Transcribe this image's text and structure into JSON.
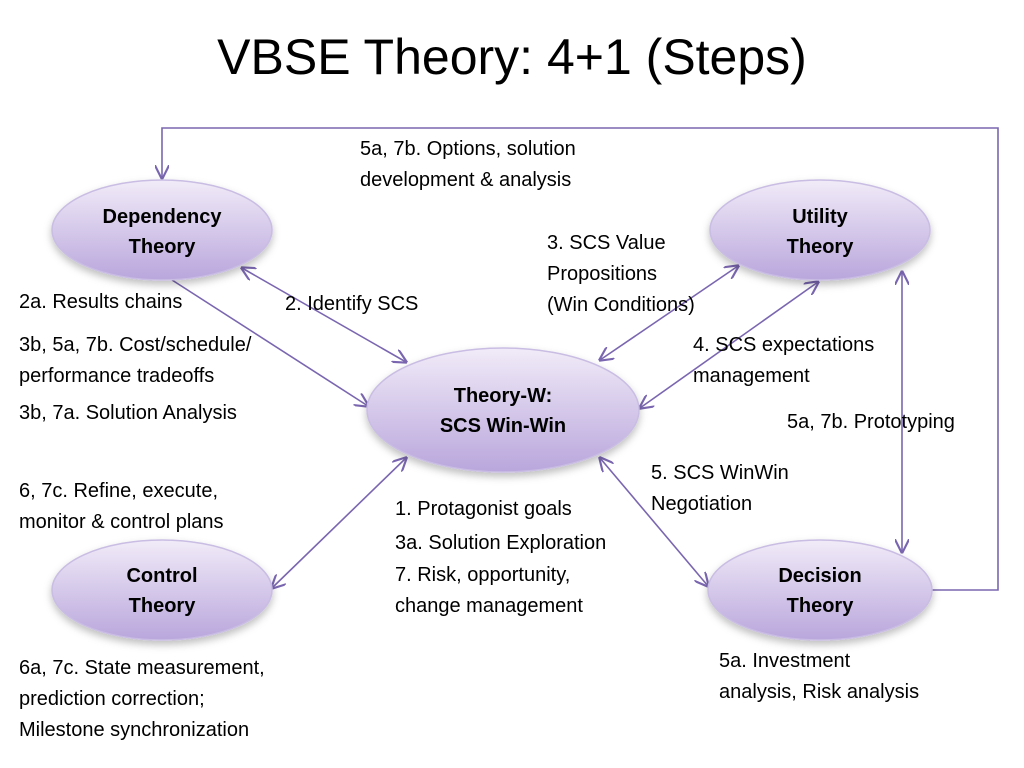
{
  "title": "VBSE Theory: 4+1 (Steps)",
  "colors": {
    "node_fill_light": "#f1ebf8",
    "node_fill_dark": "#b9a6dc",
    "node_stroke": "#c9bde3",
    "arrow": "#7a66b0"
  },
  "nodes": {
    "dependency": {
      "line1": "Dependency",
      "line2": "Theory"
    },
    "utility": {
      "line1": "Utility",
      "line2": "Theory"
    },
    "theoryw": {
      "line1": "Theory-W:",
      "line2": "SCS Win-Win"
    },
    "control": {
      "line1": "Control",
      "line2": "Theory"
    },
    "decision": {
      "line1": "Decision",
      "line2": "Theory"
    }
  },
  "annotations": {
    "options": [
      "5a, 7b. Options, solution",
      "development & analysis"
    ],
    "value_props": [
      "3. SCS Value",
      "Propositions",
      "(Win Conditions)"
    ],
    "results_chains": [
      "2a. Results chains"
    ],
    "identify_scs": [
      "2. Identify SCS"
    ],
    "tradeoffs": [
      "3b, 5a, 7b. Cost/schedule/",
      "performance tradeoffs"
    ],
    "solution_analysis": [
      "3b, 7a. Solution Analysis"
    ],
    "expectations": [
      "4. SCS expectations",
      "management"
    ],
    "prototyping": [
      "5a, 7b. Prototyping"
    ],
    "winwin": [
      "5. SCS WinWin",
      "Negotiation"
    ],
    "refine": [
      "6, 7c. Refine, execute,",
      "monitor & control plans"
    ],
    "center_steps": [
      "1. Protagonist goals",
      "3a. Solution Exploration",
      "7. Risk, opportunity,",
      "change management"
    ],
    "state_measurement": [
      "6a, 7c. State measurement,",
      "prediction correction;",
      "Milestone synchronization"
    ],
    "investment": [
      "5a. Investment",
      "analysis, Risk analysis"
    ]
  }
}
